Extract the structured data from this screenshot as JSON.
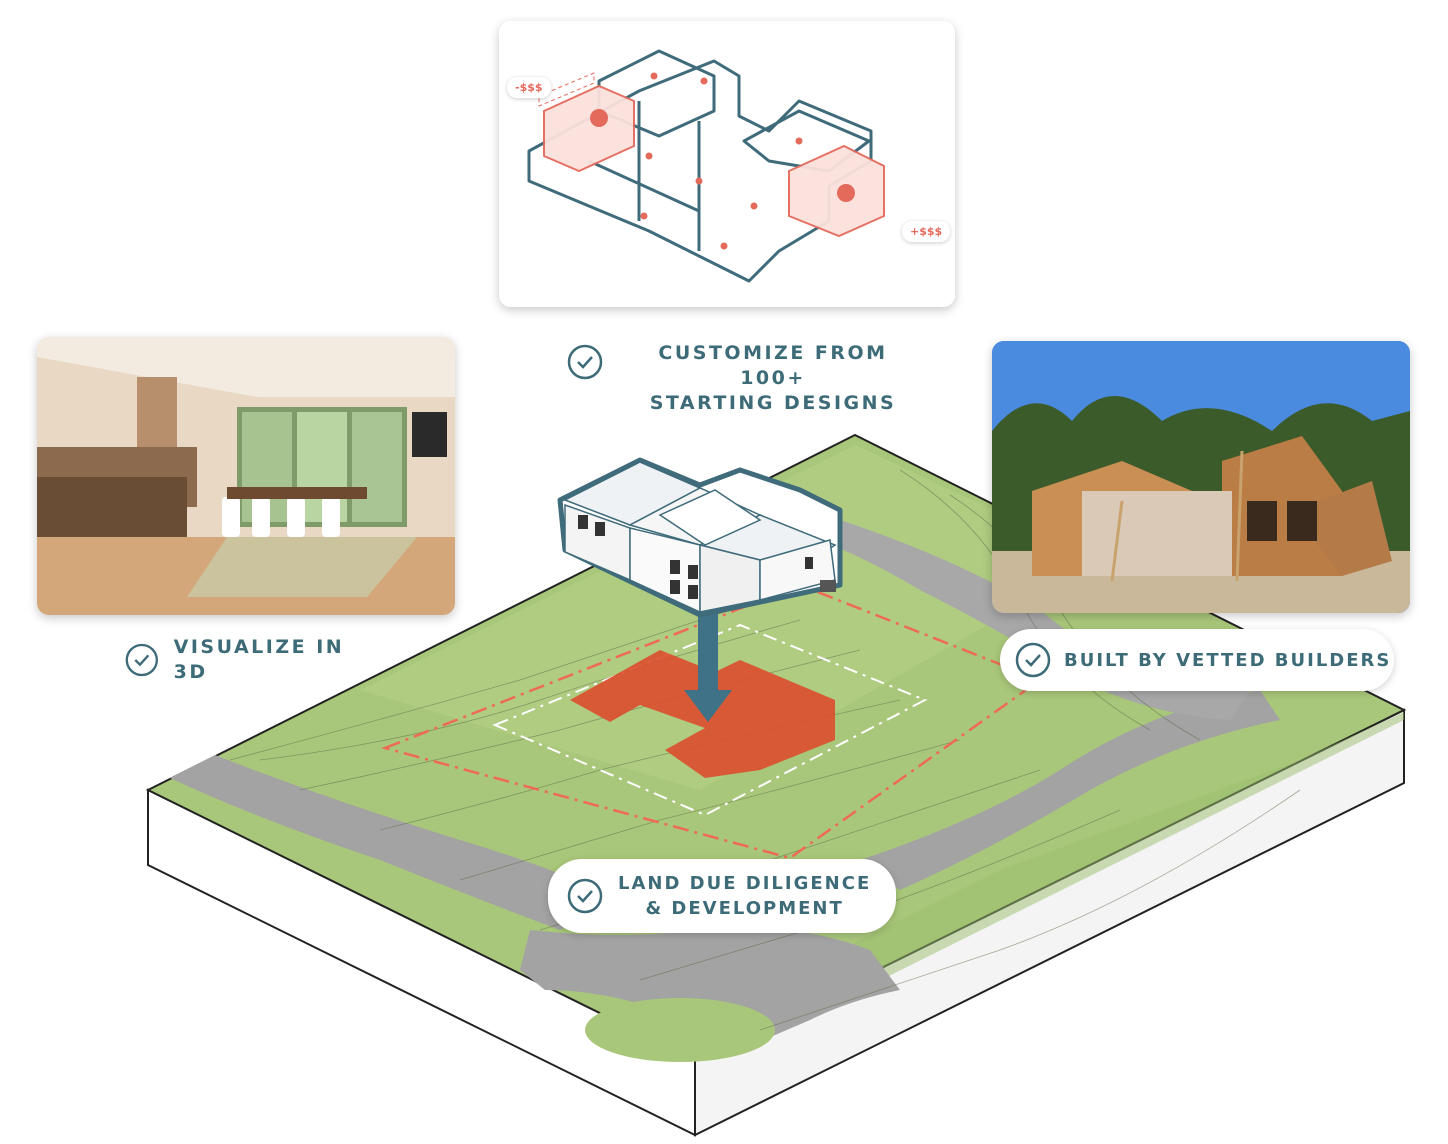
{
  "labels": {
    "customize_line1": "CUSTOMIZE FROM 100+",
    "customize_line2": "STARTING DESIGNS",
    "visualize": "VISUALIZE IN 3D",
    "builders": "BUILT BY VETTED BUILDERS",
    "land_line1": "LAND DUE DILIGENCE",
    "land_line2": "& DEVELOPMENT"
  },
  "floorplan": {
    "price_minus": "-$$$",
    "price_plus": "+$$$"
  },
  "icons": {
    "check": "check-circle-icon",
    "arrow": "down-arrow-icon"
  },
  "colors": {
    "label_text": "#3e6b78",
    "accent_red": "#e15a3c",
    "lawn": "#a9c77a",
    "road": "#a3a3a3"
  }
}
